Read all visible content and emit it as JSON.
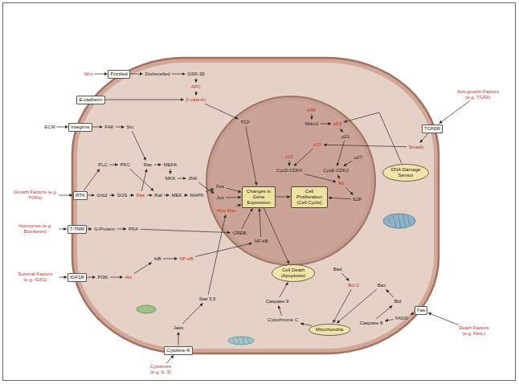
{
  "diagram": {
    "nodes": [
      {
        "text": [
          "Wnt"
        ]
      },
      {
        "text": [
          "Frizzled"
        ]
      },
      {
        "text": [
          "Dishevelled"
        ]
      },
      {
        "text": [
          "GSK-3β"
        ]
      },
      {
        "text": [
          "APC"
        ]
      },
      {
        "text": [
          "β-catenin"
        ]
      },
      {
        "text": [
          "E-cadherin"
        ]
      },
      {
        "text": [
          "TCF"
        ]
      },
      {
        "text": [
          "ECM"
        ]
      },
      {
        "text": [
          "Integrins"
        ]
      },
      {
        "text": [
          "FAK"
        ]
      },
      {
        "text": [
          "Src"
        ]
      },
      {
        "text": [
          "PLC"
        ]
      },
      {
        "text": [
          "PKC"
        ]
      },
      {
        "text": [
          "Rac"
        ]
      },
      {
        "text": [
          "MEKK"
        ]
      },
      {
        "text": [
          "MKK"
        ]
      },
      {
        "text": [
          "JNK"
        ]
      },
      {
        "text": [
          "Growth Factors (e.g. TGFα)"
        ]
      },
      {
        "text": [
          "RTK"
        ]
      },
      {
        "text": [
          "Grb2"
        ]
      },
      {
        "text": [
          "SOS"
        ]
      },
      {
        "text": [
          "Ras"
        ]
      },
      {
        "text": [
          "Raf"
        ]
      },
      {
        "text": [
          "MEK"
        ]
      },
      {
        "text": [
          "MAPK"
        ]
      },
      {
        "text": [
          "Fos"
        ]
      },
      {
        "text": [
          "Jun"
        ]
      },
      {
        "text": [
          "Myc:Max"
        ]
      },
      {
        "text": [
          "Changes in Gene Expression"
        ]
      },
      {
        "text": [
          "Cell Proliferation (Cell Cycle)"
        ]
      },
      {
        "text": [
          "ARF"
        ]
      },
      {
        "text": [
          "Mdm2"
        ]
      },
      {
        "text": [
          "p53"
        ]
      },
      {
        "text": [
          "p21"
        ]
      },
      {
        "text": [
          "p15"
        ]
      },
      {
        "text": [
          "p16"
        ]
      },
      {
        "text": [
          "p27"
        ]
      },
      {
        "text": [
          "CycD:CDK4"
        ]
      },
      {
        "text": [
          "CycE:CDK2"
        ]
      },
      {
        "text": [
          "Rb"
        ]
      },
      {
        "text": [
          "E2F"
        ]
      },
      {
        "text": [
          "Anti-growth Factors (e.g. TGFβ)"
        ]
      },
      {
        "text": [
          "TGFβR"
        ]
      },
      {
        "text": [
          "Smads"
        ]
      },
      {
        "text": [
          "DNA Damage Sensor"
        ]
      },
      {
        "text": [
          "Hormones (e.g. Bombesin)"
        ]
      },
      {
        "text": [
          "7-TMR"
        ]
      },
      {
        "text": [
          "G-Protein"
        ]
      },
      {
        "text": [
          "PKA"
        ]
      },
      {
        "text": [
          "CREB"
        ]
      },
      {
        "text": [
          "Survival Factors (e.g. IGF1)"
        ]
      },
      {
        "text": [
          "IGF1R"
        ]
      },
      {
        "text": [
          "PI3K"
        ]
      },
      {
        "text": [
          "Akt"
        ]
      },
      {
        "text": [
          "IκB"
        ]
      },
      {
        "text": [
          "NF-κB"
        ]
      },
      {
        "text": [
          "NF-κB"
        ]
      },
      {
        "text": [
          "Cytokines (e.g. IL-3)"
        ]
      },
      {
        "text": [
          "Cytokine R"
        ]
      },
      {
        "text": [
          "Jaks"
        ]
      },
      {
        "text": [
          "Stat 3,5"
        ]
      },
      {
        "text": [
          "Cell Death (Apoptosis)"
        ]
      },
      {
        "text": [
          "Caspase 9"
        ]
      },
      {
        "text": [
          "Cytochrome C"
        ]
      },
      {
        "text": [
          "Mitochondria"
        ]
      },
      {
        "text": [
          "Bad"
        ]
      },
      {
        "text": [
          "Bcl-2"
        ]
      },
      {
        "text": [
          "Bax"
        ]
      },
      {
        "text": [
          "Bid"
        ]
      },
      {
        "text": [
          "Caspase 8"
        ]
      },
      {
        "text": [
          "FADD"
        ]
      },
      {
        "text": [
          "Fas"
        ]
      },
      {
        "text": [
          "Death Factors (e.g. FasL)"
        ]
      }
    ],
    "edges": [
      {
        "from": 0,
        "to": 1,
        "arrow": "to"
      },
      {
        "from": 1,
        "to": 2,
        "arrow": "to"
      },
      {
        "from": 2,
        "to": 3,
        "arrow": "to"
      },
      {
        "from": 3,
        "to": 4,
        "arrow": "to"
      },
      {
        "from": 4,
        "to": 5,
        "arrow": "to"
      },
      {
        "from": 6,
        "to": 5,
        "arrow": "to"
      },
      {
        "from": 5,
        "to": 7,
        "arrow": "to"
      },
      {
        "from": 7,
        "to": 29,
        "arrow": "to"
      },
      {
        "from": 8,
        "to": 9,
        "arrow": "to"
      },
      {
        "from": 9,
        "to": 10,
        "arrow": "to"
      },
      {
        "from": 10,
        "to": 11,
        "arrow": "to"
      },
      {
        "from": 11,
        "to": 14,
        "arrow": "to"
      },
      {
        "from": 18,
        "to": 19,
        "arrow": "to"
      },
      {
        "from": 19,
        "to": 20,
        "arrow": "to"
      },
      {
        "from": 20,
        "to": 21,
        "arrow": "to"
      },
      {
        "from": 21,
        "to": 22,
        "arrow": "to"
      },
      {
        "from": 22,
        "to": 23,
        "arrow": "to"
      },
      {
        "from": 23,
        "to": 24,
        "arrow": "to"
      },
      {
        "from": 24,
        "to": 25,
        "arrow": "to"
      },
      {
        "from": 25,
        "to": 26,
        "arrow": "to"
      },
      {
        "from": 19,
        "to": 12,
        "arrow": "to"
      },
      {
        "from": 12,
        "to": 13,
        "arrow": "to"
      },
      {
        "from": 13,
        "to": 23,
        "arrow": "to"
      },
      {
        "from": 22,
        "to": 14,
        "arrow": "to"
      },
      {
        "from": 14,
        "to": 15,
        "arrow": "to"
      },
      {
        "from": 15,
        "to": 16,
        "arrow": "to"
      },
      {
        "from": 16,
        "to": 17,
        "arrow": "to"
      },
      {
        "from": 17,
        "to": 27,
        "arrow": "to"
      },
      {
        "from": 26,
        "to": 29,
        "arrow": "to"
      },
      {
        "from": 27,
        "to": 29,
        "arrow": "to"
      },
      {
        "from": 28,
        "to": 29,
        "arrow": "to"
      },
      {
        "from": 29,
        "to": 30,
        "arrow": "to"
      },
      {
        "from": 29,
        "to": 62,
        "arrow": "to"
      },
      {
        "from": 31,
        "to": 32,
        "arrow": "to"
      },
      {
        "from": 32,
        "to": 33,
        "arrow": "to"
      },
      {
        "from": 33,
        "to": 34,
        "arrow": "to"
      },
      {
        "from": 34,
        "to": 39,
        "arrow": "to"
      },
      {
        "from": 35,
        "to": 38,
        "arrow": "to"
      },
      {
        "from": 36,
        "to": 38,
        "arrow": "to"
      },
      {
        "from": 37,
        "to": 39,
        "arrow": "to"
      },
      {
        "from": 38,
        "to": 40,
        "arrow": "to"
      },
      {
        "from": 39,
        "to": 40,
        "arrow": "to"
      },
      {
        "from": 40,
        "to": 41,
        "arrow": "to"
      },
      {
        "from": 41,
        "to": 30,
        "arrow": "to"
      },
      {
        "from": 42,
        "to": 43,
        "arrow": "to"
      },
      {
        "from": 43,
        "to": 44,
        "arrow": "to"
      },
      {
        "from": 44,
        "to": 35,
        "arrow": "to"
      },
      {
        "from": 45,
        "to": 33,
        "arrow": "to"
      },
      {
        "from": 46,
        "to": 47,
        "arrow": "to"
      },
      {
        "from": 47,
        "to": 48,
        "arrow": "to"
      },
      {
        "from": 48,
        "to": 49,
        "arrow": "to"
      },
      {
        "from": 49,
        "to": 50,
        "arrow": "to"
      },
      {
        "from": 50,
        "to": 29,
        "arrow": "to"
      },
      {
        "from": 51,
        "to": 52,
        "arrow": "to"
      },
      {
        "from": 52,
        "to": 53,
        "arrow": "to"
      },
      {
        "from": 53,
        "to": 54,
        "arrow": "to"
      },
      {
        "from": 54,
        "to": 55,
        "arrow": "to"
      },
      {
        "from": 55,
        "to": 56,
        "arrow": "to"
      },
      {
        "from": 56,
        "to": 57,
        "arrow": "to"
      },
      {
        "from": 57,
        "to": 29,
        "arrow": "to"
      },
      {
        "from": 58,
        "to": 59,
        "arrow": "to"
      },
      {
        "from": 59,
        "to": 60,
        "arrow": "to"
      },
      {
        "from": 60,
        "to": 61,
        "arrow": "to"
      },
      {
        "from": 61,
        "to": 28,
        "arrow": "to"
      },
      {
        "from": 63,
        "to": 62,
        "arrow": "to"
      },
      {
        "from": 64,
        "to": 63,
        "arrow": "to"
      },
      {
        "from": 65,
        "to": 64,
        "arrow": "to"
      },
      {
        "from": 66,
        "to": 67,
        "arrow": "to"
      },
      {
        "from": 67,
        "to": 65,
        "arrow": "to"
      },
      {
        "from": 68,
        "to": 65,
        "arrow": "to"
      },
      {
        "from": 69,
        "to": 68,
        "arrow": "to"
      },
      {
        "from": 70,
        "to": 69,
        "arrow": "to"
      },
      {
        "from": 71,
        "to": 70,
        "arrow": "to"
      },
      {
        "from": 72,
        "to": 71,
        "arrow": "to"
      },
      {
        "from": 73,
        "to": 72,
        "arrow": "to"
      }
    ]
  }
}
